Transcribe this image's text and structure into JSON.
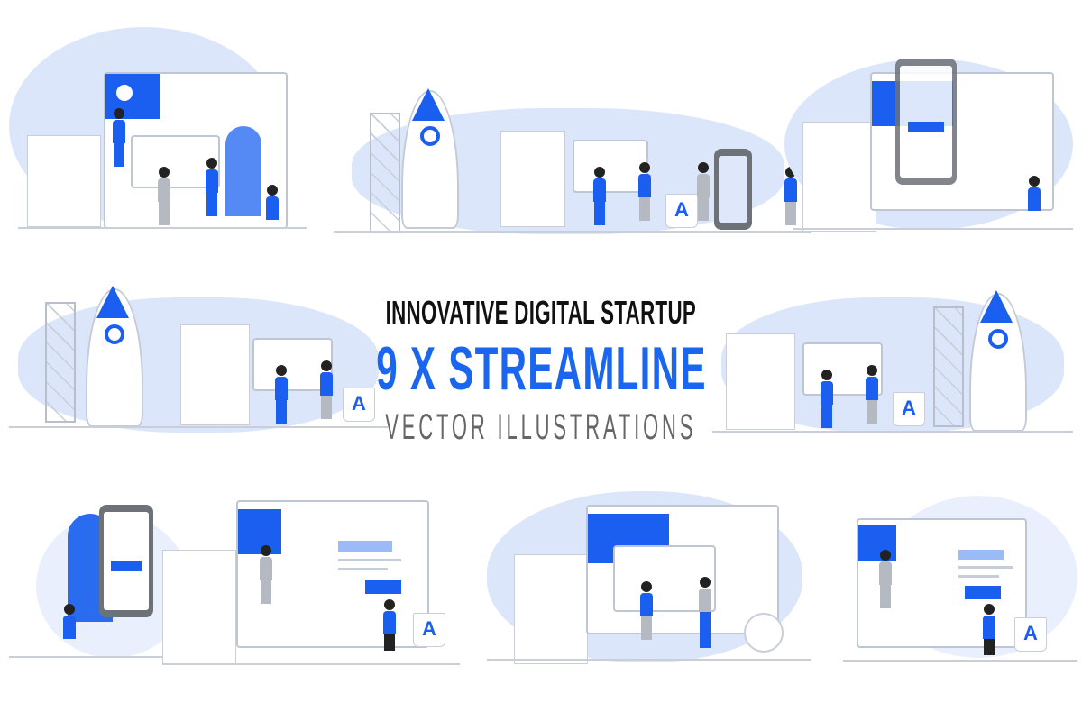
{
  "headline": {
    "line1": "INNOVATIVE DIGITAL STARTUP",
    "line2": "9 X STREAMLINE",
    "line3": "VECTOR ILLUSTRATIONS"
  },
  "mug_letter": "A",
  "colors": {
    "accent": "#1a66f0",
    "blob": "#dbe6fb",
    "line1": "#111111",
    "line3": "#666666"
  }
}
